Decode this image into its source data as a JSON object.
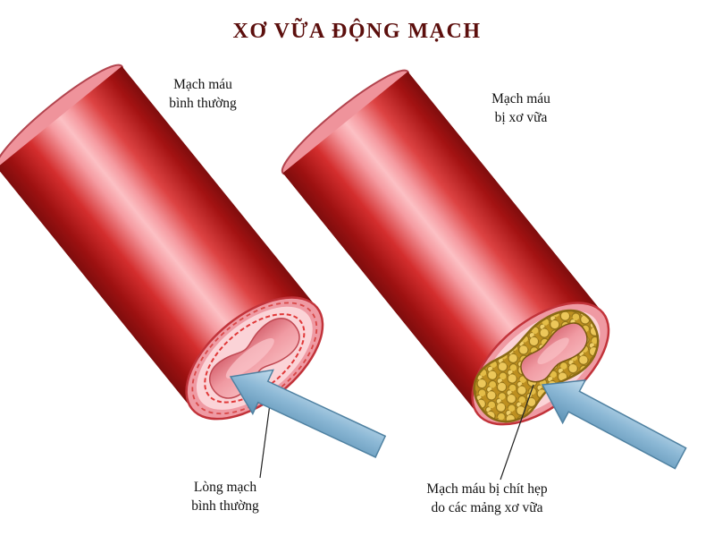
{
  "title": "XƠ VỮA ĐỘNG MẠCH",
  "left_vessel": {
    "top_label": [
      "Mạch máu",
      "bình thường"
    ],
    "bottom_label": [
      "Lòng mạch",
      "bình thường"
    ]
  },
  "right_vessel": {
    "top_label": [
      "Mạch máu",
      "bị xơ vữa"
    ],
    "bottom_label": [
      "Mạch máu bị chít hẹp",
      "do các mảng xơ vữa"
    ]
  },
  "colors": {
    "background": "#ffffff",
    "title_text": "#5c0f0d",
    "label_text": "#111111",
    "artery_wall_dark": "#7e0d0d",
    "artery_wall_mid": "#d42e2e",
    "artery_highlight": "#fcc0c4",
    "cut_face_pink": "#ef9aa3",
    "inner_wall_pale": "#fbd3d7",
    "intima_red": "#e03838",
    "lumen_pink": "#f09aa2",
    "plaque_base": "#bd8f20",
    "plaque_nodule": "#ecc75a",
    "arrow_blue": "#8db9d6"
  }
}
